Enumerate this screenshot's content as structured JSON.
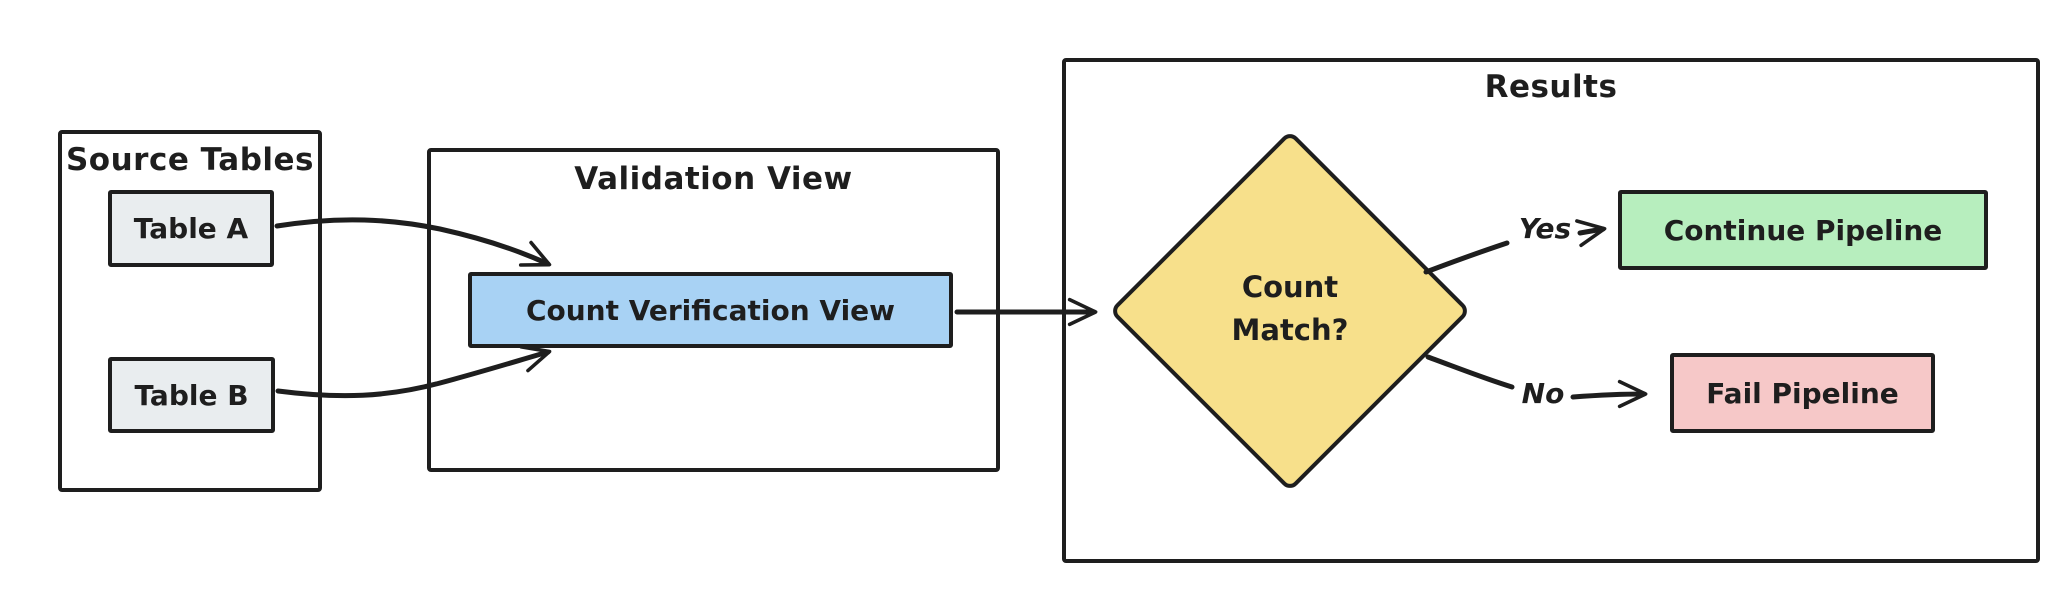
{
  "diagram": {
    "groups": {
      "source_tables": {
        "title": "Source Tables"
      },
      "validation_view": {
        "title": "Validation View"
      },
      "results": {
        "title": "Results"
      }
    },
    "nodes": {
      "table_a": {
        "label": "Table A",
        "fill": "#e9edef"
      },
      "table_b": {
        "label": "Table B",
        "fill": "#e9edef"
      },
      "count_verification_view": {
        "label": "Count Verification View",
        "fill": "#a8d2f4"
      },
      "count_match_decision": {
        "label": "Count Match?",
        "lines": [
          "Count",
          "Match?"
        ],
        "fill": "#f7e08b"
      },
      "continue_pipeline": {
        "label": "Continue Pipeline",
        "fill": "#b7eebe"
      },
      "fail_pipeline": {
        "label": "Fail Pipeline",
        "fill": "#f6c8c8"
      }
    },
    "edge_labels": {
      "yes": "Yes",
      "no": "No"
    },
    "colors": {
      "stroke": "#1e1e1e",
      "background": "#ffffff"
    }
  }
}
